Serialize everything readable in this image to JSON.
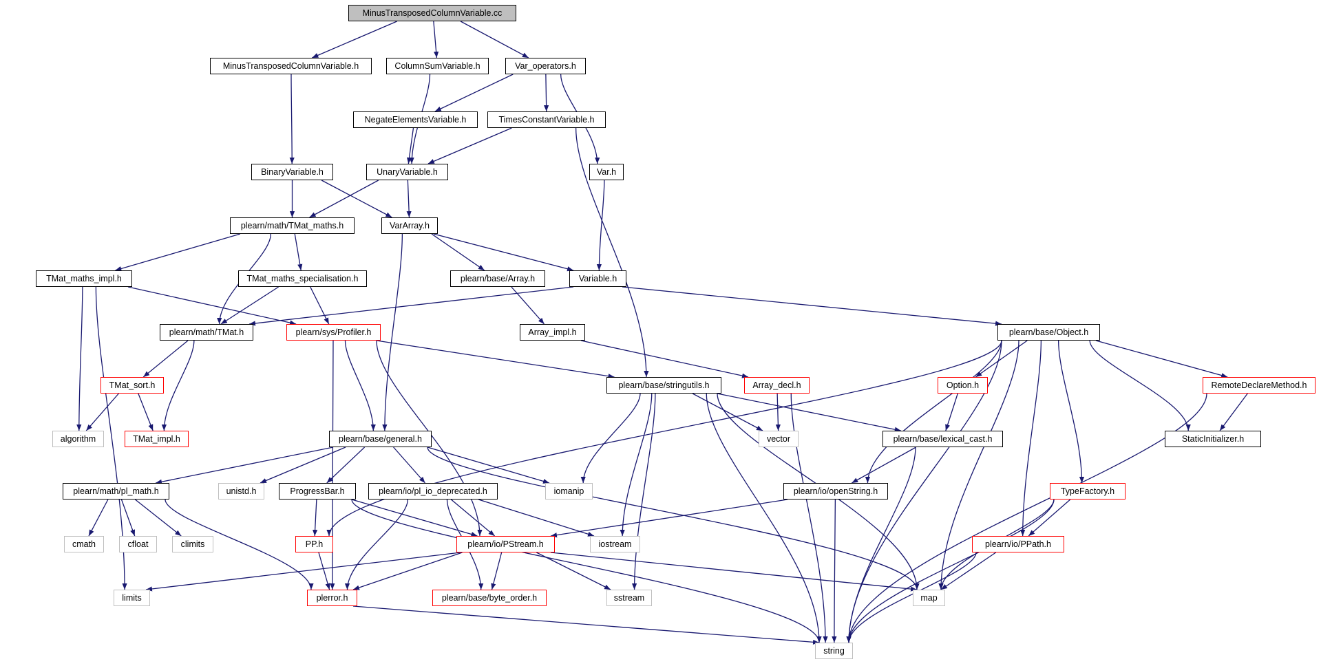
{
  "diagram": {
    "colors": {
      "edge": "#191970",
      "root_fill": "#bfbfbf",
      "documented_border": "#000000",
      "truncated_border": "#ff0000",
      "external_border": "#bfbfbf"
    },
    "nodes": {
      "n_root": {
        "label": "MinusTransposedColumnVariable.cc",
        "kind": "root"
      },
      "n_mtcv": {
        "label": "MinusTransposedColumnVariable.h",
        "kind": "documented"
      },
      "n_csv": {
        "label": "ColumnSumVariable.h",
        "kind": "documented"
      },
      "n_varop": {
        "label": "Var_operators.h",
        "kind": "documented"
      },
      "n_nev": {
        "label": "NegateElementsVariable.h",
        "kind": "documented"
      },
      "n_tcv": {
        "label": "TimesConstantVariable.h",
        "kind": "documented"
      },
      "n_binv": {
        "label": "BinaryVariable.h",
        "kind": "documented"
      },
      "n_unv": {
        "label": "UnaryVariable.h",
        "kind": "documented"
      },
      "n_var": {
        "label": "Var.h",
        "kind": "documented"
      },
      "n_tmaths": {
        "label": "plearn/math/TMat_maths.h",
        "kind": "documented"
      },
      "n_vararr": {
        "label": "VarArray.h",
        "kind": "documented"
      },
      "n_tmimpl": {
        "label": "TMat_maths_impl.h",
        "kind": "documented"
      },
      "n_tmspec": {
        "label": "TMat_maths_specialisation.h",
        "kind": "documented"
      },
      "n_array": {
        "label": "plearn/base/Array.h",
        "kind": "documented"
      },
      "n_variable": {
        "label": "Variable.h",
        "kind": "documented"
      },
      "n_tmat": {
        "label": "plearn/math/TMat.h",
        "kind": "documented"
      },
      "n_profiler": {
        "label": "plearn/sys/Profiler.h",
        "kind": "truncated"
      },
      "n_arrimpl": {
        "label": "Array_impl.h",
        "kind": "documented"
      },
      "n_object": {
        "label": "plearn/base/Object.h",
        "kind": "documented"
      },
      "n_tmsort": {
        "label": "TMat_sort.h",
        "kind": "truncated"
      },
      "n_strutils": {
        "label": "plearn/base/stringutils.h",
        "kind": "documented"
      },
      "n_arrdecl": {
        "label": "Array_decl.h",
        "kind": "truncated"
      },
      "n_option": {
        "label": "Option.h",
        "kind": "truncated"
      },
      "n_rdm": {
        "label": "RemoteDeclareMethod.h",
        "kind": "truncated"
      },
      "n_algorithm": {
        "label": "algorithm",
        "kind": "external"
      },
      "n_tmatimpl": {
        "label": "TMat_impl.h",
        "kind": "truncated"
      },
      "n_general": {
        "label": "plearn/base/general.h",
        "kind": "documented"
      },
      "n_vector": {
        "label": "vector",
        "kind": "external"
      },
      "n_lexcast": {
        "label": "plearn/base/lexical_cast.h",
        "kind": "documented"
      },
      "n_staticinit": {
        "label": "StaticInitializer.h",
        "kind": "documented"
      },
      "n_plmath": {
        "label": "plearn/math/pl_math.h",
        "kind": "documented"
      },
      "n_unistd": {
        "label": "unistd.h",
        "kind": "external"
      },
      "n_progress": {
        "label": "ProgressBar.h",
        "kind": "documented"
      },
      "n_pliodep": {
        "label": "plearn/io/pl_io_deprecated.h",
        "kind": "documented"
      },
      "n_iomanip": {
        "label": "iomanip",
        "kind": "external"
      },
      "n_openstr": {
        "label": "plearn/io/openString.h",
        "kind": "documented"
      },
      "n_typefac": {
        "label": "TypeFactory.h",
        "kind": "truncated"
      },
      "n_cmath": {
        "label": "cmath",
        "kind": "external"
      },
      "n_cfloat": {
        "label": "cfloat",
        "kind": "external"
      },
      "n_climits": {
        "label": "climits",
        "kind": "external"
      },
      "n_pp": {
        "label": "PP.h",
        "kind": "truncated"
      },
      "n_pstream": {
        "label": "plearn/io/PStream.h",
        "kind": "truncated"
      },
      "n_iostream": {
        "label": "iostream",
        "kind": "external"
      },
      "n_ppath": {
        "label": "plearn/io/PPath.h",
        "kind": "truncated"
      },
      "n_limits": {
        "label": "limits",
        "kind": "external"
      },
      "n_plerror": {
        "label": "plerror.h",
        "kind": "truncated"
      },
      "n_byteorder": {
        "label": "plearn/base/byte_order.h",
        "kind": "truncated"
      },
      "n_sstream": {
        "label": "sstream",
        "kind": "external"
      },
      "n_map": {
        "label": "map",
        "kind": "external"
      },
      "n_string": {
        "label": "string",
        "kind": "external"
      }
    },
    "edges": [
      [
        "n_root",
        "n_mtcv"
      ],
      [
        "n_root",
        "n_csv"
      ],
      [
        "n_root",
        "n_varop"
      ],
      [
        "n_mtcv",
        "n_binv"
      ],
      [
        "n_csv",
        "n_unv"
      ],
      [
        "n_varop",
        "n_nev"
      ],
      [
        "n_varop",
        "n_tcv"
      ],
      [
        "n_varop",
        "n_var"
      ],
      [
        "n_nev",
        "n_unv"
      ],
      [
        "n_tcv",
        "n_unv"
      ],
      [
        "n_tcv",
        "n_strutils"
      ],
      [
        "n_binv",
        "n_tmaths"
      ],
      [
        "n_binv",
        "n_vararr"
      ],
      [
        "n_unv",
        "n_tmaths"
      ],
      [
        "n_unv",
        "n_vararr"
      ],
      [
        "n_var",
        "n_variable"
      ],
      [
        "n_tmaths",
        "n_tmimpl"
      ],
      [
        "n_tmaths",
        "n_tmspec"
      ],
      [
        "n_tmaths",
        "n_tmat"
      ],
      [
        "n_vararr",
        "n_array"
      ],
      [
        "n_vararr",
        "n_variable"
      ],
      [
        "n_vararr",
        "n_general"
      ],
      [
        "n_tmimpl",
        "n_profiler"
      ],
      [
        "n_tmimpl",
        "n_algorithm"
      ],
      [
        "n_tmimpl",
        "n_limits"
      ],
      [
        "n_tmspec",
        "n_tmat"
      ],
      [
        "n_tmspec",
        "n_profiler"
      ],
      [
        "n_array",
        "n_arrimpl"
      ],
      [
        "n_variable",
        "n_tmat"
      ],
      [
        "n_variable",
        "n_object"
      ],
      [
        "n_tmat",
        "n_tmsort"
      ],
      [
        "n_tmat",
        "n_tmatimpl"
      ],
      [
        "n_tmsort",
        "n_algorithm"
      ],
      [
        "n_tmsort",
        "n_tmatimpl"
      ],
      [
        "n_profiler",
        "n_strutils"
      ],
      [
        "n_profiler",
        "n_general"
      ],
      [
        "n_profiler",
        "n_pstream"
      ],
      [
        "n_profiler",
        "n_plerror"
      ],
      [
        "n_arrimpl",
        "n_arrdecl"
      ],
      [
        "n_object",
        "n_pp"
      ],
      [
        "n_object",
        "n_option"
      ],
      [
        "n_object",
        "n_openstr"
      ],
      [
        "n_object",
        "n_map"
      ],
      [
        "n_object",
        "n_ppath"
      ],
      [
        "n_object",
        "n_typefac"
      ],
      [
        "n_object",
        "n_staticinit"
      ],
      [
        "n_object",
        "n_rdm"
      ],
      [
        "n_object",
        "n_string"
      ],
      [
        "n_strutils",
        "n_vector"
      ],
      [
        "n_strutils",
        "n_lexcast"
      ],
      [
        "n_strutils",
        "n_iomanip"
      ],
      [
        "n_strutils",
        "n_iostream"
      ],
      [
        "n_strutils",
        "n_sstream"
      ],
      [
        "n_strutils",
        "n_map"
      ],
      [
        "n_strutils",
        "n_string"
      ],
      [
        "n_arrdecl",
        "n_vector"
      ],
      [
        "n_arrdecl",
        "n_string"
      ],
      [
        "n_option",
        "n_lexcast"
      ],
      [
        "n_rdm",
        "n_staticinit"
      ],
      [
        "n_rdm",
        "n_string"
      ],
      [
        "n_general",
        "n_plmath"
      ],
      [
        "n_general",
        "n_unistd"
      ],
      [
        "n_general",
        "n_progress"
      ],
      [
        "n_general",
        "n_pliodep"
      ],
      [
        "n_general",
        "n_iomanip"
      ],
      [
        "n_general",
        "n_map"
      ],
      [
        "n_lexcast",
        "n_openstr"
      ],
      [
        "n_lexcast",
        "n_string"
      ],
      [
        "n_plmath",
        "n_cmath"
      ],
      [
        "n_plmath",
        "n_cfloat"
      ],
      [
        "n_plmath",
        "n_climits"
      ],
      [
        "n_plmath",
        "n_plerror"
      ],
      [
        "n_progress",
        "n_pp"
      ],
      [
        "n_progress",
        "n_pstream"
      ],
      [
        "n_progress",
        "n_string"
      ],
      [
        "n_pliodep",
        "n_pstream"
      ],
      [
        "n_pliodep",
        "n_iostream"
      ],
      [
        "n_pliodep",
        "n_byteorder"
      ],
      [
        "n_pliodep",
        "n_plerror"
      ],
      [
        "n_openstr",
        "n_pstream"
      ],
      [
        "n_openstr",
        "n_string"
      ],
      [
        "n_typefac",
        "n_ppath"
      ],
      [
        "n_typefac",
        "n_map"
      ],
      [
        "n_typefac",
        "n_string"
      ],
      [
        "n_pp",
        "n_plerror"
      ],
      [
        "n_pstream",
        "n_limits"
      ],
      [
        "n_pstream",
        "n_plerror"
      ],
      [
        "n_pstream",
        "n_byteorder"
      ],
      [
        "n_pstream",
        "n_sstream"
      ],
      [
        "n_pstream",
        "n_map"
      ],
      [
        "n_ppath",
        "n_map"
      ],
      [
        "n_ppath",
        "n_string"
      ],
      [
        "n_plerror",
        "n_string"
      ]
    ]
  }
}
